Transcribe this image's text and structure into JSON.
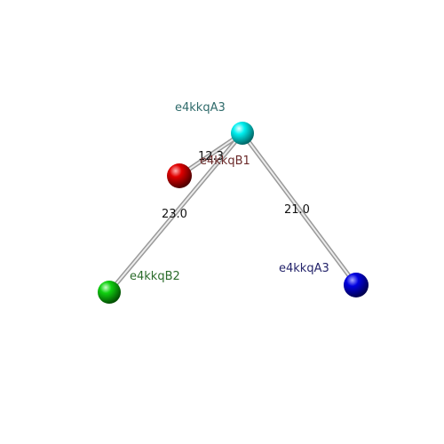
{
  "nodes": [
    {
      "id": "n-cyan",
      "label": "e4kkqA3",
      "color": "#00e5e5",
      "label_color": "#2f6b6b"
    },
    {
      "id": "n-red",
      "label": "e4kkqB1",
      "color": "#e00000",
      "label_color": "#6b2a2a"
    },
    {
      "id": "n-green",
      "label": "e4kkqB2",
      "color": "#10d010",
      "label_color": "#2a6b2a"
    },
    {
      "id": "n-blue",
      "label": "e4kkqA3",
      "color": "#0000e0",
      "label_color": "#24246b"
    }
  ],
  "edges": [
    {
      "from": "n-cyan",
      "to": "n-red",
      "distance": "12.3"
    },
    {
      "from": "n-cyan",
      "to": "n-green",
      "distance": "23.0"
    },
    {
      "from": "n-cyan",
      "to": "n-blue",
      "distance": "21.0"
    }
  ]
}
